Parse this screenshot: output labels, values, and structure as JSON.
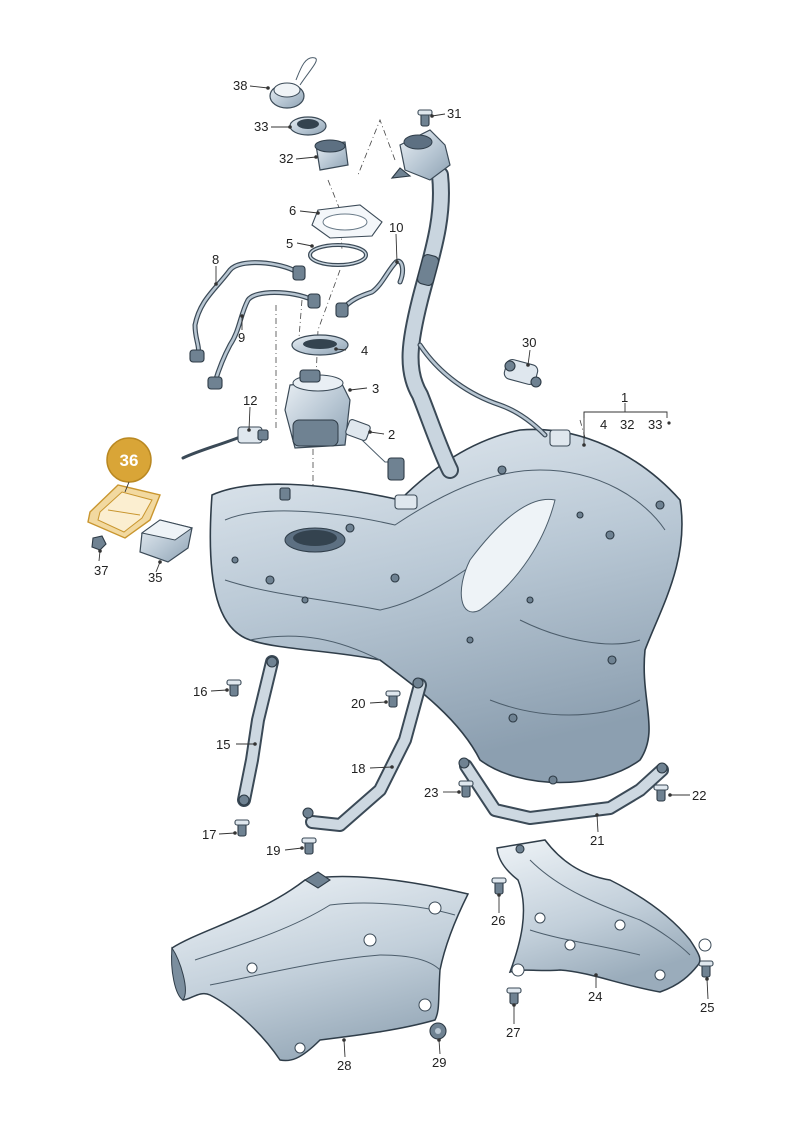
{
  "highlight": {
    "label": "36",
    "color": "#d9a537"
  },
  "callouts": [
    {
      "id": "1",
      "label": "1"
    },
    {
      "id": "1-sub-4",
      "label": "4"
    },
    {
      "id": "1-sub-32",
      "label": "32"
    },
    {
      "id": "1-sub-33",
      "label": "33"
    },
    {
      "id": "2",
      "label": "2"
    },
    {
      "id": "3",
      "label": "3"
    },
    {
      "id": "4",
      "label": "4"
    },
    {
      "id": "5",
      "label": "5"
    },
    {
      "id": "6",
      "label": "6"
    },
    {
      "id": "8",
      "label": "8"
    },
    {
      "id": "9",
      "label": "9"
    },
    {
      "id": "10",
      "label": "10"
    },
    {
      "id": "12",
      "label": "12"
    },
    {
      "id": "15",
      "label": "15"
    },
    {
      "id": "16",
      "label": "16"
    },
    {
      "id": "17",
      "label": "17"
    },
    {
      "id": "18",
      "label": "18"
    },
    {
      "id": "19",
      "label": "19"
    },
    {
      "id": "20",
      "label": "20"
    },
    {
      "id": "21",
      "label": "21"
    },
    {
      "id": "22",
      "label": "22"
    },
    {
      "id": "23",
      "label": "23"
    },
    {
      "id": "24",
      "label": "24"
    },
    {
      "id": "25",
      "label": "25"
    },
    {
      "id": "26",
      "label": "26"
    },
    {
      "id": "27",
      "label": "27"
    },
    {
      "id": "28",
      "label": "28"
    },
    {
      "id": "29",
      "label": "29"
    },
    {
      "id": "30",
      "label": "30"
    },
    {
      "id": "31",
      "label": "31"
    },
    {
      "id": "32",
      "label": "32"
    },
    {
      "id": "33",
      "label": "33"
    },
    {
      "id": "35",
      "label": "35"
    },
    {
      "id": "37",
      "label": "37"
    },
    {
      "id": "38",
      "label": "38"
    }
  ]
}
